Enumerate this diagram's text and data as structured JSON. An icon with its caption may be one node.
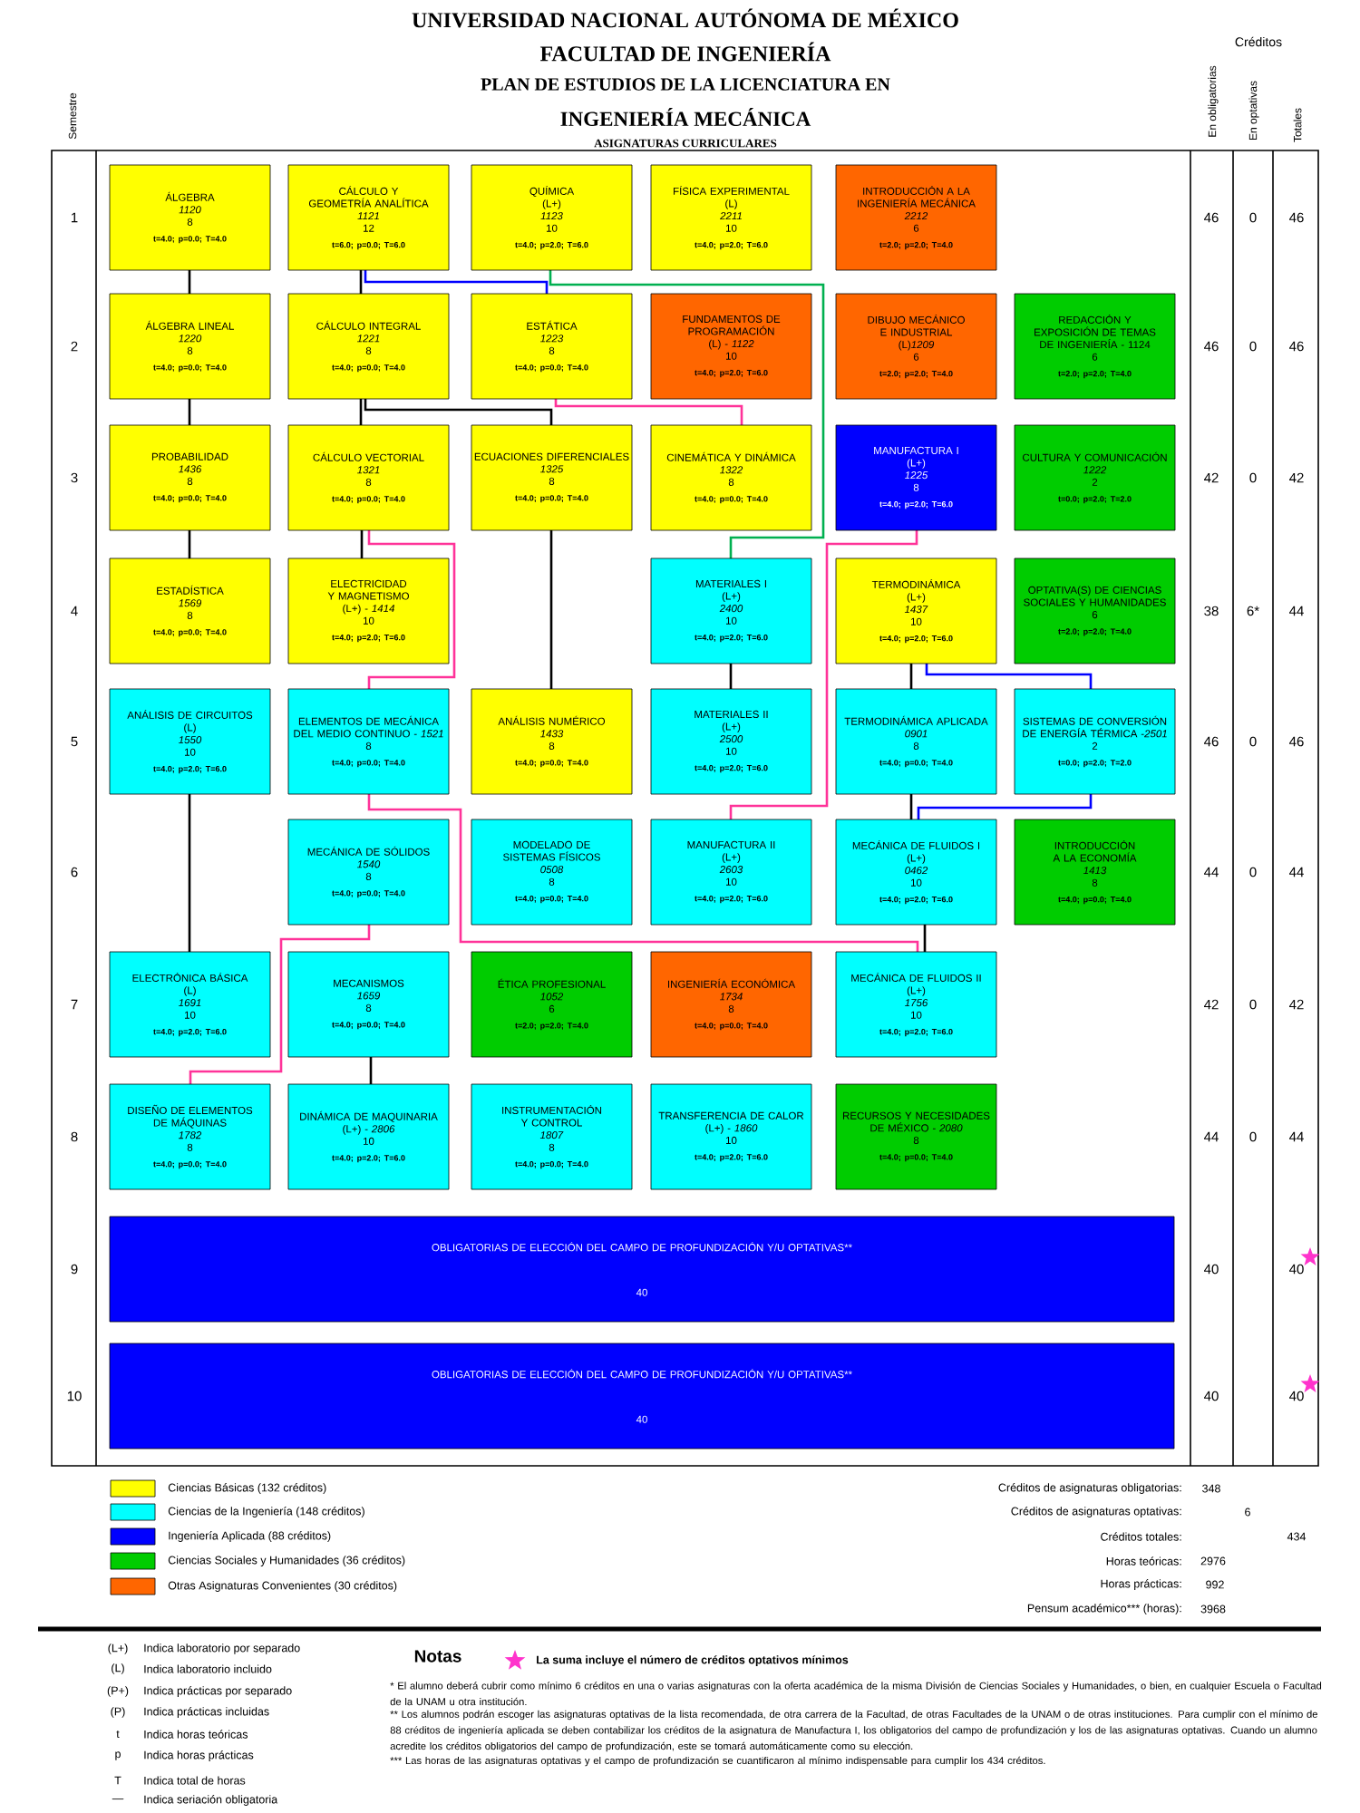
{
  "diagram": {
    "title": "UNIVERSIDAD NACIONAL AUTÓNOMA DE MÉXICO",
    "nodes": [
      {
        "text": [
          "ÁLGEBRA",
          "*1120*",
          "8",
          "t=4.0; p=0.0; T=4.0"
        ]
      },
      {
        "text": [
          "CÁLCULO Y GEOMETRÍA ANALÍTICA",
          "*1121*",
          "12",
          "t=6.0; p=0.0; T=6.0"
        ]
      },
      {
        "text": [
          "QUÍMICA",
          "(L+)",
          "*1123*",
          "10",
          "t=4.0; p=2.0; T=6.0"
        ]
      },
      {
        "text": [
          "FÍSICA EXPERIMENTAL",
          "(L)",
          "*2211*",
          "10",
          "t=4.0; p=2.0; T=6.0"
        ]
      },
      {
        "text": [
          "INTRODUCCIÓN A LA INGENIERÍA MECÁNICA",
          "*2212*",
          "6",
          "t=2.0; p=2.0; T=4.0"
        ]
      },
      {
        "text": [
          "ÁLGEBRA LINEAL",
          "*1220*",
          "8",
          "t=4.0; p=0.0; T=4.0"
        ]
      },
      {
        "text": [
          "CÁLCULO INTEGRAL",
          "*1221*",
          "8",
          "t=4.0; p=0.0; T=4.0"
        ]
      },
      {
        "text": [
          "ESTÁTICA",
          "*1223*",
          "8",
          "t=4.0; p=0.0; T=4.0"
        ]
      },
      {
        "text": [
          "FUNDAMENTOS DE PROGRAMACIÓN",
          "(L) - *1122*",
          "10",
          "t=4.0; p=2.0; T=6.0"
        ]
      },
      {
        "text": [
          "DIBUJO MECÁNICO E INDUSTRIAL",
          "(L)*1209*",
          "6",
          "t=2.0; p=2.0; T=4.0"
        ]
      },
      {
        "text": [
          "REDACCIÓN Y EXPOSICIÓN DE TEMAS DE INGENIERÍA - 1124",
          "6",
          "t=2.0; p=2.0; T=4.0"
        ]
      },
      {
        "text": [
          "PROBABILIDAD",
          "*1436*",
          "8",
          "t=4.0; p=0.0; T=4.0"
        ]
      },
      {
        "text": [
          "CÁLCULO VECTORIAL",
          "*1321*",
          "8",
          "t=4.0; p=0.0; T=4.0"
        ]
      },
      {
        "text": [
          "ECUACIONES DIFERENCIALES",
          "*1325*",
          "8",
          "t=4.0; p=0.0; T=4.0"
        ]
      },
      {
        "text": [
          "CINEMÁTICA Y DINÁMICA",
          "*1322*",
          "8",
          "t=4.0; p=0.0; T=4.0"
        ]
      },
      {
        "text": [
          "MANUFACTURA I",
          "(L+)",
          "*1225*",
          "8",
          "t=4.0; p=2.0; T=6.0"
        ]
      },
      {
        "text": [
          "CULTURA Y COMUNICACIÓN",
          "*1222*",
          "2",
          "t=0.0; p=2.0; T=2.0"
        ]
      },
      {
        "text": [
          "ESTADÍSTICA",
          "*1569*",
          "8",
          "t=4.0; p=0.0; T=4.0"
        ]
      },
      {
        "text": [
          "ELECTRICIDAD Y MAGNETISMO",
          "(L+) - *1414*",
          "10",
          "t=4.0; p=2.0; T=6.0"
        ]
      },
      {
        "text": [
          "MATERIALES I",
          "(L+)",
          "*2400*",
          "10",
          "t=4.0; p=2.0; T=6.0"
        ]
      },
      {
        "text": [
          "TERMODINÁMICA",
          "(L+)",
          "*1437*",
          "10",
          "t=4.0; p=2.0; T=6.0"
        ]
      },
      {
        "text": [
          "OPTATIVA(S) DE CIENCIAS SOCIALES Y HUMANIDADES",
          "6",
          "t=2.0; p=2.0; T=4.0"
        ]
      },
      {
        "text": [
          "ANÁLISIS DE CIRCUITOS",
          "(L)",
          "*1550*",
          "10",
          "t=4.0; p=2.0; T=6.0"
        ]
      },
      {
        "text": [
          "ELEMENTOS DE MECÁNICA DEL MEDIO CONTINUO - *1521*",
          "8",
          "t=4.0; p=0.0; T=4.0"
        ]
      },
      {
        "text": [
          "ANÁLISIS NUMÉRICO",
          "*1433*",
          "8",
          "t=4.0; p=0.0; T=4.0"
        ]
      },
      {
        "text": [
          "MATERIALES II",
          "(L+)",
          "*2500*",
          "10",
          "t=4.0; p=2.0; T=6.0"
        ]
      },
      {
        "text": [
          "TERMODINÁMICA APLICADA",
          "*0901*",
          "8",
          "t=4.0; p=0.0; T=4.0"
        ]
      },
      {
        "text": [
          "SISTEMAS DE CONVERSIÓN DE ENERGÍA TÉRMICA -*2501*",
          "2",
          "t=0.0; p=2.0; T=2.0"
        ]
      },
      {
        "text": [
          "MECÁNICA DE SÓLIDOS",
          "*1540*",
          "8",
          "t=4.0; p=0.0; T=4.0"
        ]
      },
      {
        "text": [
          "MODELADO DE SISTEMAS FÍSICOS",
          "*0508*",
          "8",
          "t=4.0; p=0.0; T=4.0"
        ]
      },
      {
        "text": [
          "MANUFACTURA II",
          "(L+)",
          "*2603*",
          "10",
          "t=4.0; p=2.0; T=6.0"
        ]
      },
      {
        "text": [
          "MECÁNICA DE FLUIDOS I",
          "(L+)",
          "*0462*",
          "10",
          "t=4.0; p=2.0; T=6.0"
        ]
      },
      {
        "text": [
          "INTRODUCCIÓN A LA ECONOMÍA",
          "*1413*",
          "8",
          "t=4.0; p=0.0; T=4.0"
        ]
      },
      {
        "text": [
          "ELECTRÓNICA BÁSICA",
          "(L)",
          "*1691*",
          "10",
          "t=4.0; p=2.0; T=6.0"
        ]
      },
      {
        "text": [
          "MECANISMOS",
          "*1659*",
          "8",
          "t=4.0; p=0.0; T=4.0"
        ]
      },
      {
        "text": [
          "ÉTICA PROFESIONAL",
          "*1052*",
          "6",
          "t=2.0; p=2.0; T=4.0"
        ]
      },
      {
        "text": [
          "INGENIERÍA ECONÓMICA",
          "*1734*",
          "8",
          "t=4.0; p=0.0; T=4.0"
        ]
      },
      {
        "text": [
          "MECÁNICA DE FLUIDOS II",
          "(L+)",
          "*1756*",
          "10",
          "t=4.0; p=2.0; T=6.0"
        ]
      },
      {
        "text": [
          "DISEÑO DE ELEMENTOS DE MÁQUINAS",
          "*1782*",
          "8",
          "t=4.0; p=0.0; T=4.0"
        ]
      },
      {
        "text": [
          "DINÁMICA DE MAQUINARIA",
          "(L+) - *2806*",
          "10",
          "t=4.0; p=2.0; T=6.0"
        ]
      },
      {
        "text": [
          "INSTRUMENTACIÓN Y CONTROL",
          "*1807*",
          "8",
          "t=4.0; p=0.0; T=4.0"
        ]
      },
      {
        "text": [
          "TRANSFERENCIA DE CALOR",
          "(L+) - *1860*",
          "10",
          "t=4.0; p=2.0; T=6.0"
        ]
      },
      {
        "text": [
          "RECURSOS Y NECESIDADES DE MÉXICO - *2080*",
          "8",
          "t=4.0; p=0.0; T=4.0"
        ]
      },
      {
        "text": [
          "OBLIGATORIAS DE ELECCIÓN DEL CAMPO DE PROFUNDIZACIÓN Y/U OPTATIVAS**",
          "40"
        ]
      },
      {
        "text": [
          "OBLIGATORIAS DE ELECCIÓN DEL CAMPO DE PROFUNDIZACIÓN Y/U OPTATIVAS**",
          "40"
        ]
      }
    ],
    "edges": [
      {
        "from": 0,
        "to": 5,
        "arrow": "none"
      },
      {
        "from": 1,
        "to": 6,
        "arrow": "none"
      },
      {
        "from": 1,
        "to": 7,
        "arrow": "none",
        "color": "#0000ff"
      },
      {
        "from": 2,
        "to": 19,
        "arrow": "none",
        "color": "#00b050"
      },
      {
        "from": 5,
        "to": 11,
        "arrow": "none"
      },
      {
        "from": 6,
        "to": 12,
        "arrow": "none"
      },
      {
        "from": 6,
        "to": 13,
        "arrow": "none"
      },
      {
        "from": 7,
        "to": 14,
        "arrow": "none",
        "color": "#ff3399"
      },
      {
        "from": 11,
        "to": 17,
        "arrow": "none"
      },
      {
        "from": 12,
        "to": 18,
        "arrow": "none"
      },
      {
        "from": 12,
        "to": 23,
        "arrow": "none",
        "color": "#ff3399"
      },
      {
        "from": 13,
        "to": 24,
        "arrow": "none"
      },
      {
        "from": 15,
        "to": 30,
        "arrow": "none",
        "color": "#ff3399"
      },
      {
        "from": 19,
        "to": 25,
        "arrow": "none"
      },
      {
        "from": 20,
        "to": 26,
        "arrow": "none"
      },
      {
        "from": 20,
        "to": 27,
        "arrow": "none",
        "color": "#0000ff"
      },
      {
        "from": 22,
        "to": 33,
        "arrow": "none"
      },
      {
        "from": 23,
        "to": 37,
        "arrow": "none",
        "color": "#ff3399"
      },
      {
        "from": 26,
        "to": 31,
        "arrow": "none"
      },
      {
        "from": 27,
        "to": 31,
        "arrow": "none",
        "color": "#0000ff"
      },
      {
        "from": 28,
        "to": 38,
        "arrow": "none",
        "color": "#ff3399"
      },
      {
        "from": 31,
        "to": 37,
        "arrow": "none"
      },
      {
        "from": 34,
        "to": 39,
        "arrow": "none"
      }
    ],
    "labels": [
      "FACULTAD DE INGENIERÍA",
      "PLAN DE ESTUDIOS DE LA LICENCIATURA EN",
      "INGENIERÍA MECÁNICA",
      "ASIGNATURAS CURRICULARES",
      "Semestre",
      "Créditos",
      "En obligatorias",
      "En optativas",
      "Totales",
      "1",
      "46",
      "0",
      "46",
      "2",
      "46",
      "0",
      "46",
      "3",
      "42",
      "0",
      "42",
      "4",
      "38",
      "6*",
      "44",
      "5",
      "46",
      "0",
      "46",
      "6",
      "44",
      "0",
      "44",
      "7",
      "42",
      "0",
      "42",
      "8",
      "44",
      "0",
      "44",
      "9",
      "40",
      "40",
      "10",
      "40",
      "40",
      "Créditos de asignaturas obligatorias:",
      "348",
      "Créditos de asignaturas optativas:",
      "6",
      "Créditos totales:",
      "434",
      "Horas teóricas:",
      "2976",
      "Horas prácticas:",
      "992",
      "Pensum académico*** (horas):",
      "3968",
      "(L+)",
      "Indica laboratorio por separado",
      "(L)",
      "Indica laboratorio incluido",
      "(P+)",
      "Indica prácticas por separado",
      "(P)",
      "Indica prácticas incluidas",
      "t",
      "Indica horas teóricas",
      "p",
      "Indica horas prácticas",
      "T",
      "Indica total de horas",
      "—",
      "Indica seriación obligatoria",
      "Notas",
      "* El alumno deberá cubrir como mínimo 6 créditos en una o varias asignaturas con la oferta académica de la misma División de Ciencias Sociales y Humanidades, o bien, en cualquier Escuela o Facultad de la UNAM u otra institución.",
      "** Los alumnos podrán escoger las asignaturas optativas de la lista recomendada, de otra carrera de la Facultad, de otras Facultades de la UNAM o de otras instituciones. Para cumplir con el mínimo de 88 créditos de ingeniería aplicada se deben contabilizar los créditos de la asignatura de Manufactura I, los obligatorios del campo de profundización y los de las asignaturas optativas. Cuando un alumno acredite los créditos obligatorios del campo de profundización, este se tomará automáticamente como su elección.",
      "*** Las horas de las asignaturas optativas y el campo de profundización se cuantificaron al mínimo indispensable para cumplir los 434 créditos."
    ],
    "legend": [
      {
        "text": "Ciencias Básicas (132 créditos)",
        "color": "#ffff00"
      },
      {
        "text": "Ciencias de la Ingeniería (148 créditos)",
        "color": "#00ffff"
      },
      {
        "text": "Ingeniería Aplicada (88 créditos)",
        "color": "#0000ff"
      },
      {
        "text": "Ciencias Sociales y Humanidades (36 créditos)",
        "color": "#00cc00"
      },
      {
        "text": "Otras Asignaturas Convenientes (30 créditos)",
        "color": "#ff6600"
      },
      {
        "text": "La suma incluye el número de créditos optativos mínimos"
      }
    ]
  }
}
